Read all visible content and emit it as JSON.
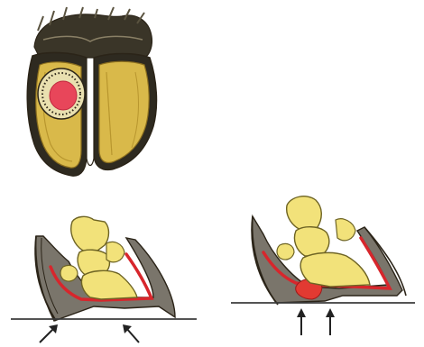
{
  "colors": {
    "background": "#ffffff",
    "hoof_wall": "#d9b94a",
    "hoof_wall_dark": "#b8962e",
    "hair_top": "#3a3528",
    "outline": "#2b2418",
    "lesion_red": "#e8465a",
    "sole_red": "#d7262c",
    "bone_yellow": "#f2e27a",
    "bone_outline": "#6e6424",
    "horn_grey": "#6e6a62",
    "ground_line": "#3b3b3b",
    "arrow": "#222222"
  },
  "icons": {
    "top": "hoof-sole-view-with-lesion",
    "bottom_left": "hoof-section-with-upward-arrows-angled",
    "bottom_right": "hoof-section-with-upward-arrows-vertical"
  }
}
